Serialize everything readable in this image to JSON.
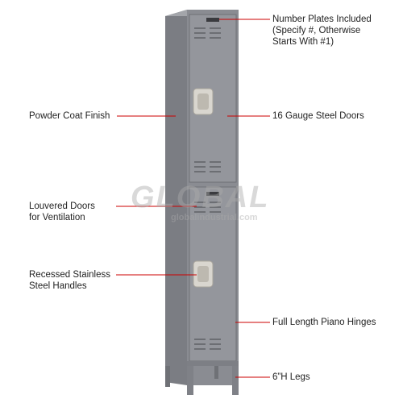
{
  "callouts": {
    "number_plates": [
      "Number Plates Included",
      "(Specify #, Otherwise",
      "Starts With #1)"
    ],
    "powder_coat": "Powder Coat Finish",
    "steel_doors": "16 Gauge Steel Doors",
    "louvered": [
      "Louvered Doors",
      "for Ventilation"
    ],
    "handles": [
      "Recessed Stainless",
      "Steel Handles"
    ],
    "hinges": "Full Length Piano Hinges",
    "legs": "6”H Legs"
  },
  "watermark": {
    "brand": "GLOBAL",
    "url": "globalindustrial.com"
  },
  "colors": {
    "locker_front": "#8d8f95",
    "locker_side": "#7b7d83",
    "leader_line": "#cc0000"
  }
}
